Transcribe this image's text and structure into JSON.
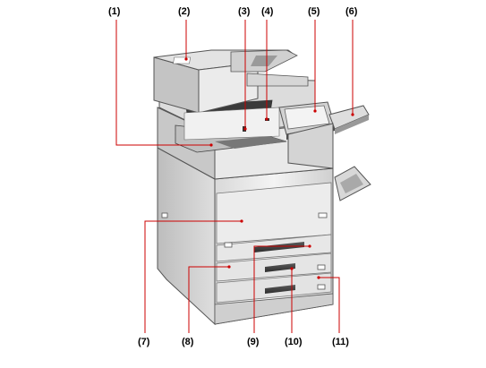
{
  "diagram": {
    "callouts": [
      {
        "id": 1,
        "label": "(1)"
      },
      {
        "id": 2,
        "label": "(2)"
      },
      {
        "id": 3,
        "label": "(3)"
      },
      {
        "id": 4,
        "label": "(4)"
      },
      {
        "id": 5,
        "label": "(5)"
      },
      {
        "id": 6,
        "label": "(6)"
      },
      {
        "id": 7,
        "label": "(7)"
      },
      {
        "id": 8,
        "label": "(8)"
      },
      {
        "id": 9,
        "label": "(9)"
      },
      {
        "id": 10,
        "label": "(10)"
      },
      {
        "id": 11,
        "label": "(11)"
      }
    ],
    "leader_color": "#cc0000"
  }
}
